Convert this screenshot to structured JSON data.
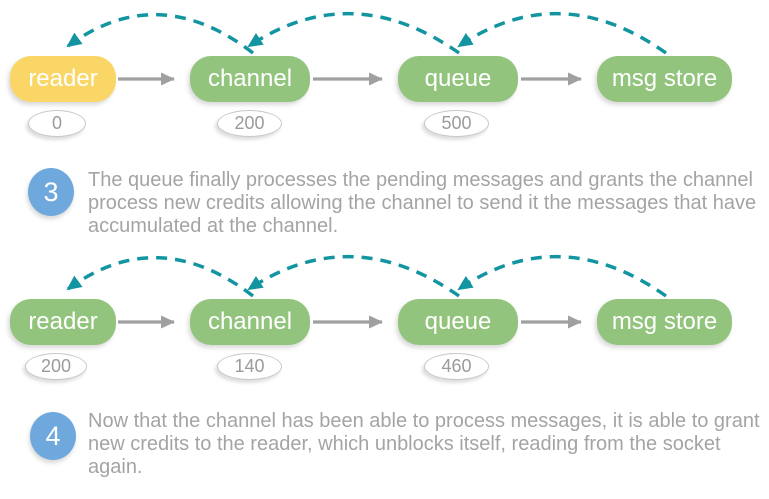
{
  "colors": {
    "node_green": "#93C47D",
    "node_yellow": "#FAD666",
    "credit_teal": "#1295A0",
    "flow_gray": "#A0A0A0",
    "step_blue": "#6FA8DC",
    "badge_border": "#C8C8C8",
    "badge_text": "#9B9B9B",
    "body_text": "#A4A4A4"
  },
  "diagrams": [
    {
      "nodes": [
        {
          "label": "reader",
          "credit": "0"
        },
        {
          "label": "channel",
          "credit": "200"
        },
        {
          "label": "queue",
          "credit": "500"
        },
        {
          "label": "msg store"
        }
      ]
    },
    {
      "nodes": [
        {
          "label": "reader",
          "credit": "200"
        },
        {
          "label": "channel",
          "credit": "140"
        },
        {
          "label": "queue",
          "credit": "460"
        },
        {
          "label": "msg store"
        }
      ]
    }
  ],
  "steps": [
    {
      "number": "3",
      "text": "The queue finally processes the pending messages and grants the channel process new credits allowing the channel to send it the messages that have accumulated at the channel."
    },
    {
      "number": "4",
      "text": "Now that the channel has been able to process messages, it is able to grant new credits to the reader, which unblocks itself, reading from the socket again."
    }
  ]
}
